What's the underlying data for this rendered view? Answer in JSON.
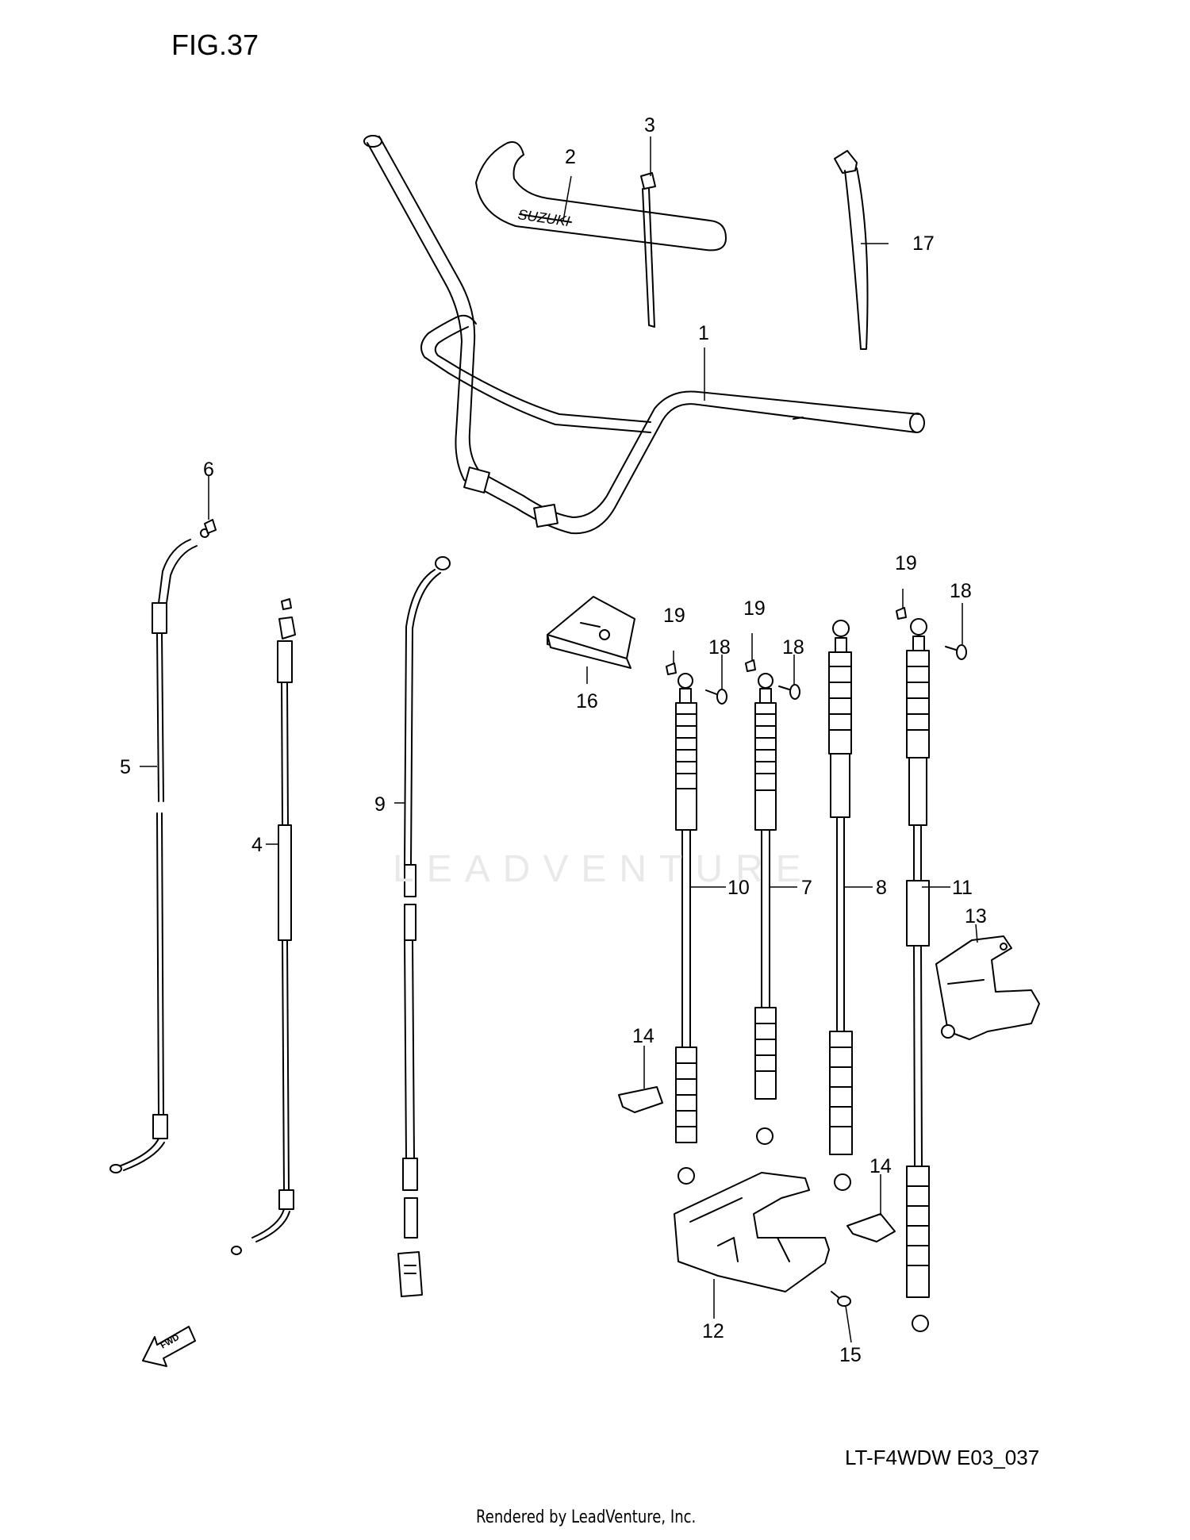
{
  "figure_title": "FIG.37",
  "diagram_code": "LT-F4WDW E03_037",
  "credit": "Rendered by LeadVenture, Inc.",
  "watermark": "LEADVENTURE",
  "fwd_label": "FWD",
  "callouts": {
    "c1": "1",
    "c2": "2",
    "c3": "3",
    "c4": "4",
    "c5": "5",
    "c6": "6",
    "c7": "7",
    "c8": "8",
    "c9": "9",
    "c10": "10",
    "c11": "11",
    "c12": "12",
    "c13": "13",
    "c14a": "14",
    "c14b": "14",
    "c15": "15",
    "c16": "16",
    "c17": "17",
    "c18a": "18",
    "c18b": "18",
    "c18c": "18",
    "c19a": "19",
    "c19b": "19",
    "c19c": "19"
  }
}
